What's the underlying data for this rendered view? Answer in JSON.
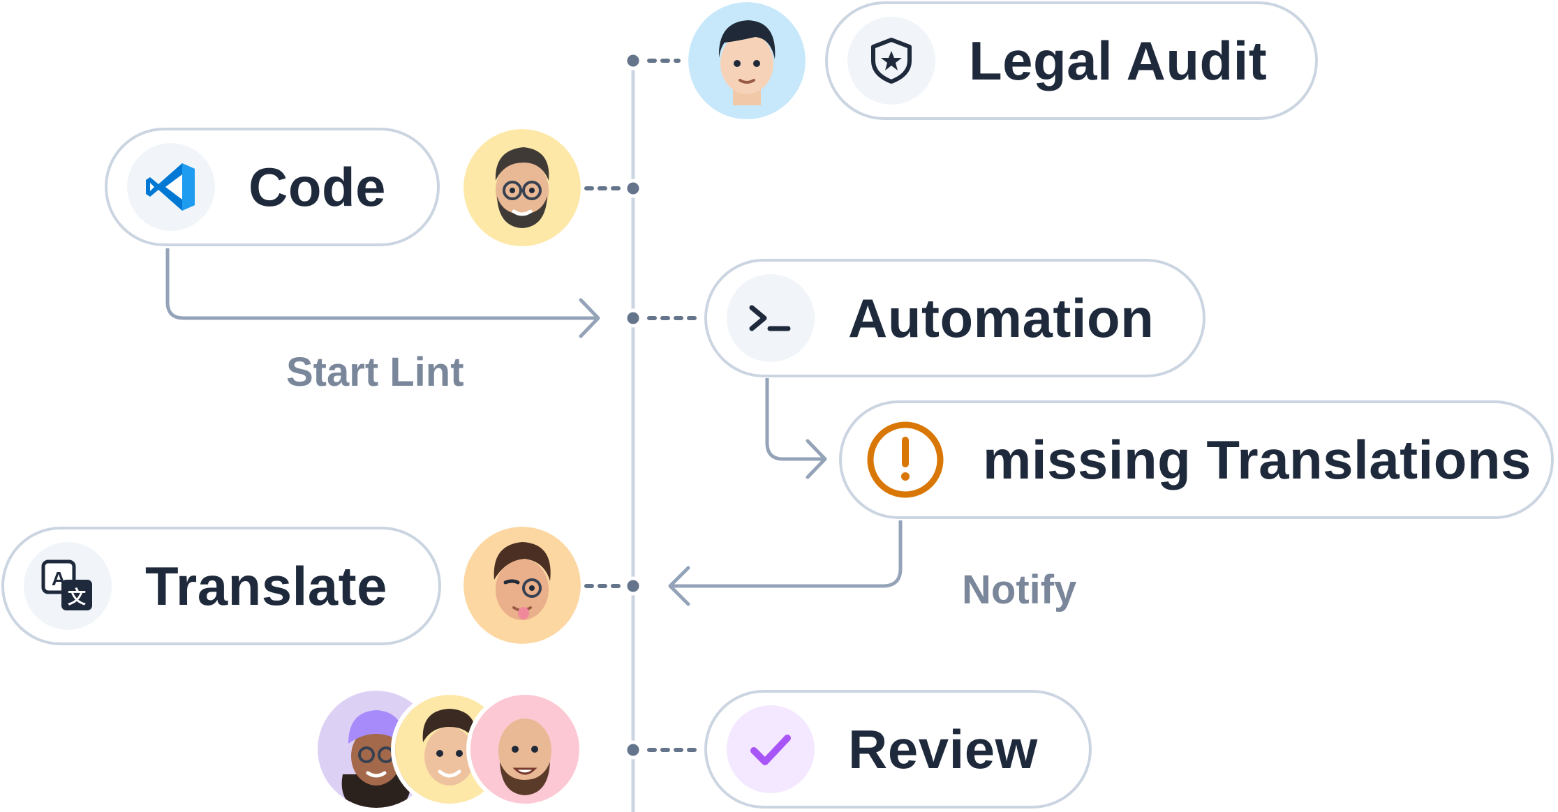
{
  "nodes": {
    "legal_audit": {
      "label": "Legal Audit",
      "icon": "shield-star-icon"
    },
    "code": {
      "label": "Code",
      "icon": "vscode-icon"
    },
    "automation": {
      "label": "Automation",
      "icon": "terminal-icon"
    },
    "missing_translations": {
      "label": "missing Translations",
      "icon": "warning-circle-icon"
    },
    "translate": {
      "label": "Translate",
      "icon": "translate-icon"
    },
    "review": {
      "label": "Review",
      "icon": "check-icon"
    }
  },
  "edges": {
    "start_lint": {
      "label": "Start Lint"
    },
    "notify": {
      "label": "Notify"
    }
  },
  "avatars": {
    "legal": {
      "icon": "memoji-avatar",
      "bg": "#c7e8fb"
    },
    "code": {
      "icon": "memoji-avatar",
      "bg": "#fde8a8"
    },
    "translate": {
      "icon": "memoji-avatar",
      "bg": "#fcd7a2"
    },
    "review": [
      {
        "icon": "memoji-avatar",
        "bg": "#ddd0f5"
      },
      {
        "icon": "memoji-avatar",
        "bg": "#fde8a8"
      },
      {
        "icon": "memoji-avatar",
        "bg": "#fcc8d3"
      }
    ]
  },
  "colors": {
    "timeline": "#cbd5e1",
    "connector": "#94a3b8",
    "dot": "#64748b",
    "warning": "#d97706",
    "review_check": "#a855f7",
    "vscode_blue": "#0078d4"
  }
}
